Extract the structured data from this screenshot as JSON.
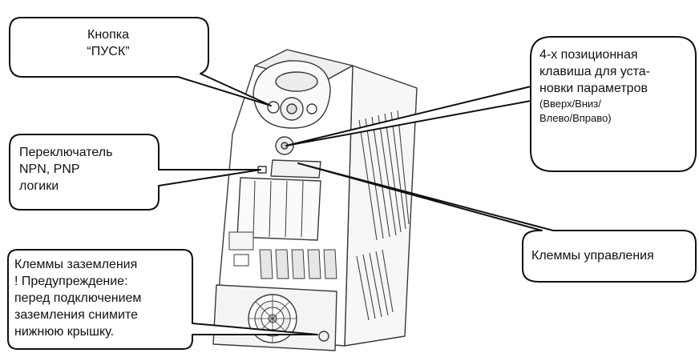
{
  "callouts": {
    "start_button": {
      "lines": [
        "Кнопка",
        "“ПУСК”"
      ]
    },
    "keypad": {
      "lines": [
        "4-х позиционная",
        "клавиша для уста-",
        "новки параметров"
      ],
      "small_lines": [
        "(Вверх/Вниз/",
        "Влево/Вправо)"
      ]
    },
    "npn_pnp_switch": {
      "lines": [
        "Переключатель",
        "NPN, PNP",
        "логики"
      ]
    },
    "control_terminals": {
      "lines": [
        "Клеммы управления"
      ]
    },
    "ground_terminals": {
      "lines": [
        "Клеммы заземления",
        "! Предупреждение:",
        "перед подключением",
        "заземления снимите",
        "нижнюю крышку."
      ]
    }
  },
  "colors": {
    "outline": "#111111",
    "device_line": "#3a3a3a",
    "device_fill": "#ffffff",
    "device_shade": "#e8e8e8"
  }
}
